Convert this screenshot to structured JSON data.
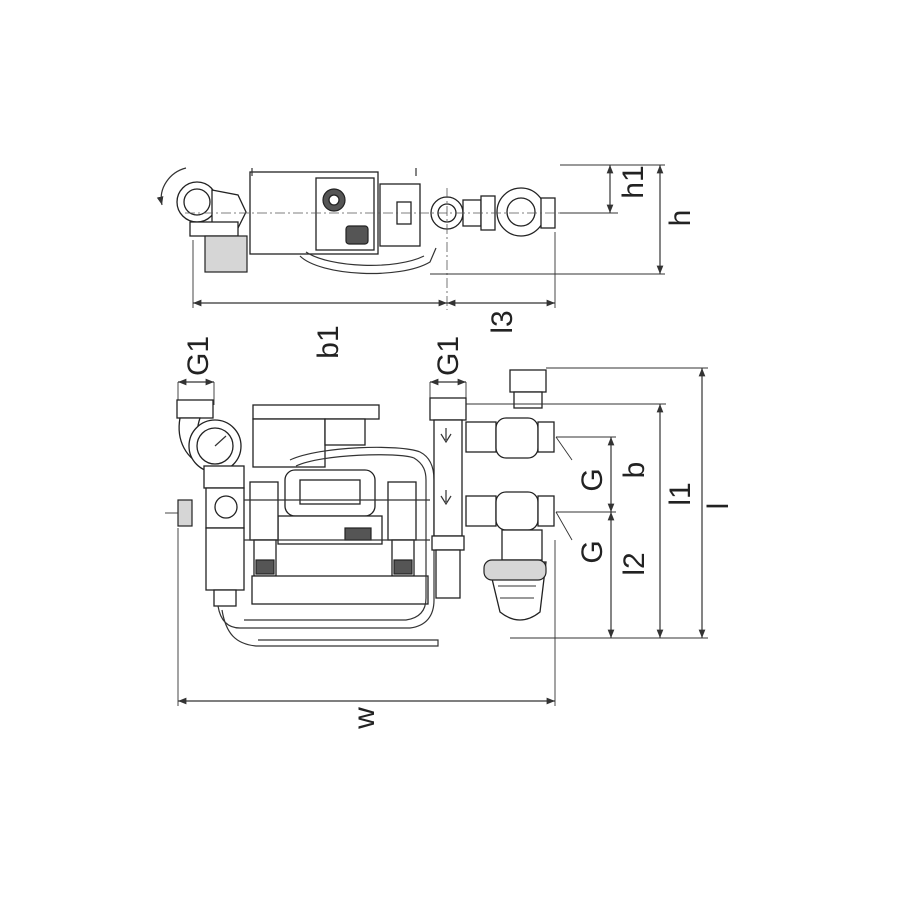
{
  "dimensions": {
    "h1": "h1",
    "h": "h",
    "b1": "b1",
    "l3": "l3",
    "G1_left": "G1",
    "G1_mid": "G1",
    "G_upper": "G",
    "G_lower": "G",
    "b": "b",
    "l2": "l2",
    "l1": "l1",
    "l": "l",
    "w": "w"
  }
}
